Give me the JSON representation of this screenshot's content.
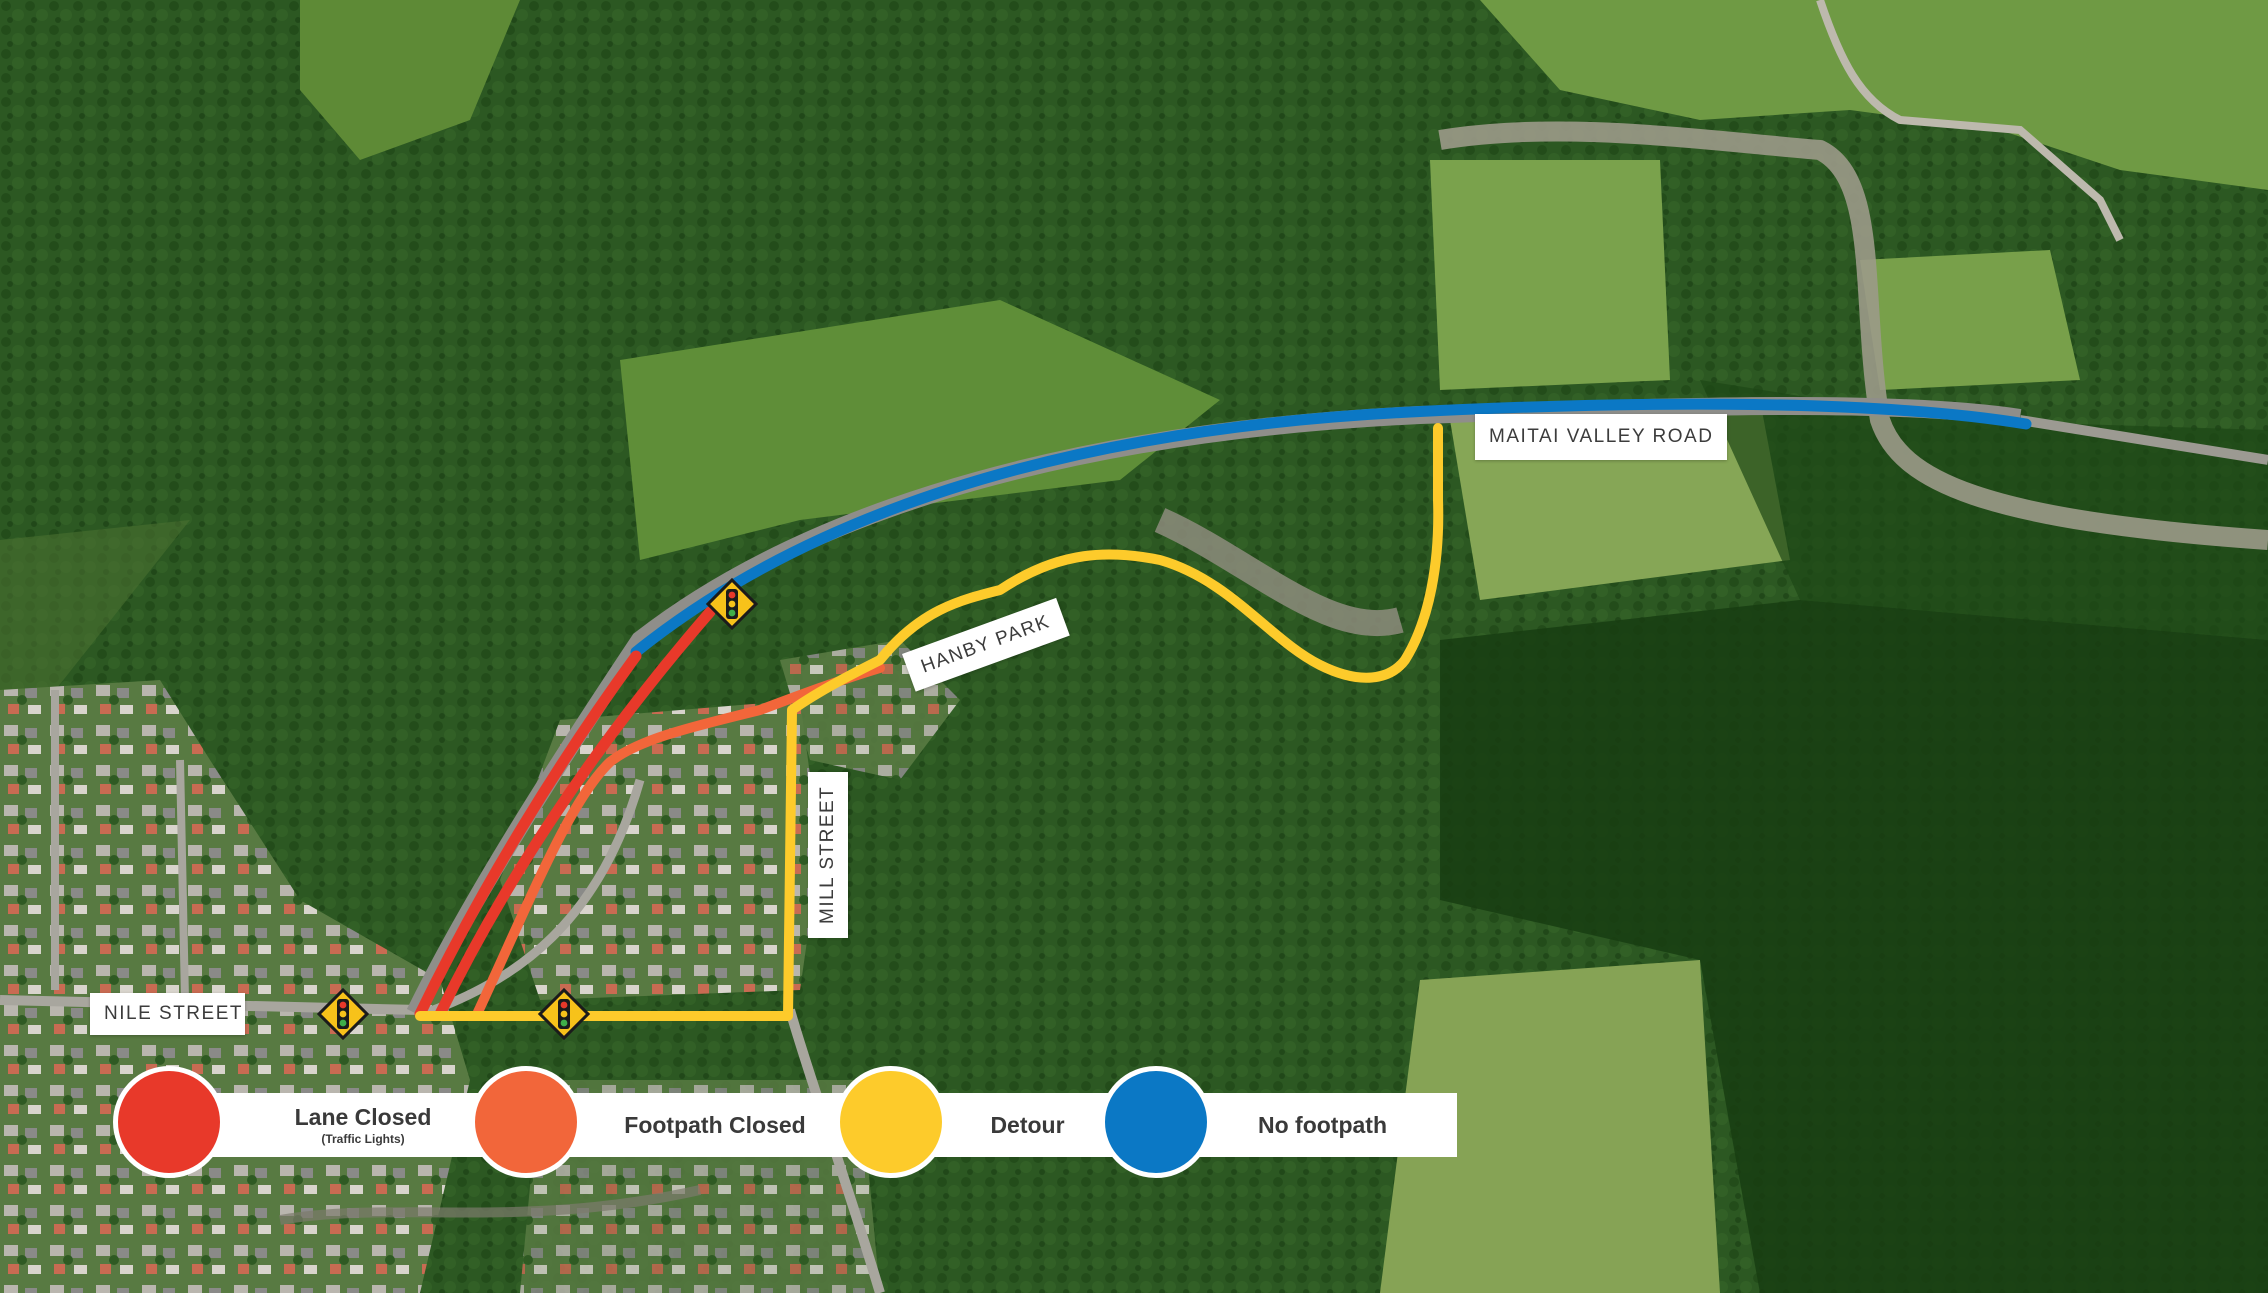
{
  "colors": {
    "lane_closed": "#e8392a",
    "footpath_closed": "#f2663a",
    "detour": "#fdcb2b",
    "no_footpath": "#0b78c5",
    "traffic_sign": "#f7c21a"
  },
  "streets": {
    "nile": "NILE STREET",
    "mill": "MILL STREET",
    "hanby": "HANBY PARK",
    "maitai": "MAITAI VALLEY ROAD"
  },
  "legend": [
    {
      "label": "Lane Closed",
      "sublabel": "(Traffic Lights)",
      "color": "#e8392a"
    },
    {
      "label": "Footpath Closed",
      "sublabel": "",
      "color": "#f2663a"
    },
    {
      "label": "Detour",
      "sublabel": "",
      "color": "#fdcb2b"
    },
    {
      "label": "No footpath",
      "sublabel": "",
      "color": "#0b78c5"
    }
  ],
  "icons": {
    "traffic_light": "traffic-light-sign-icon"
  }
}
